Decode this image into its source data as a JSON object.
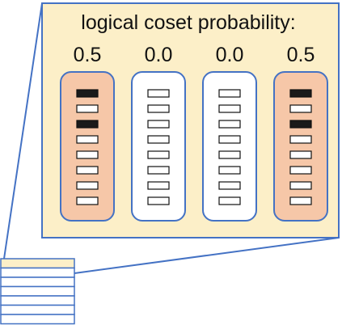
{
  "title": "logical coset probability:",
  "colors": {
    "panel_fill": "#fcefc8",
    "outline": "#4472c4",
    "highlight_fill": "#f6c7a8",
    "plain_fill": "#ffffff",
    "bit_on": "#1a1a1a",
    "bit_off": "#ffffff",
    "bit_stroke": "#111111"
  },
  "cosets": [
    {
      "probability": "0.5",
      "highlighted": true,
      "bits": [
        1,
        0,
        1,
        0,
        0,
        0,
        0,
        0
      ]
    },
    {
      "probability": "0.0",
      "highlighted": false,
      "bits": [
        0,
        0,
        0,
        0,
        0,
        0,
        0,
        0
      ]
    },
    {
      "probability": "0.0",
      "highlighted": false,
      "bits": [
        0,
        0,
        0,
        0,
        0,
        0,
        0,
        0
      ]
    },
    {
      "probability": "0.5",
      "highlighted": true,
      "bits": [
        1,
        0,
        1,
        0,
        0,
        0,
        0,
        0
      ]
    }
  ],
  "mini_stack": {
    "row_count": 7,
    "highlighted_row": 0
  }
}
